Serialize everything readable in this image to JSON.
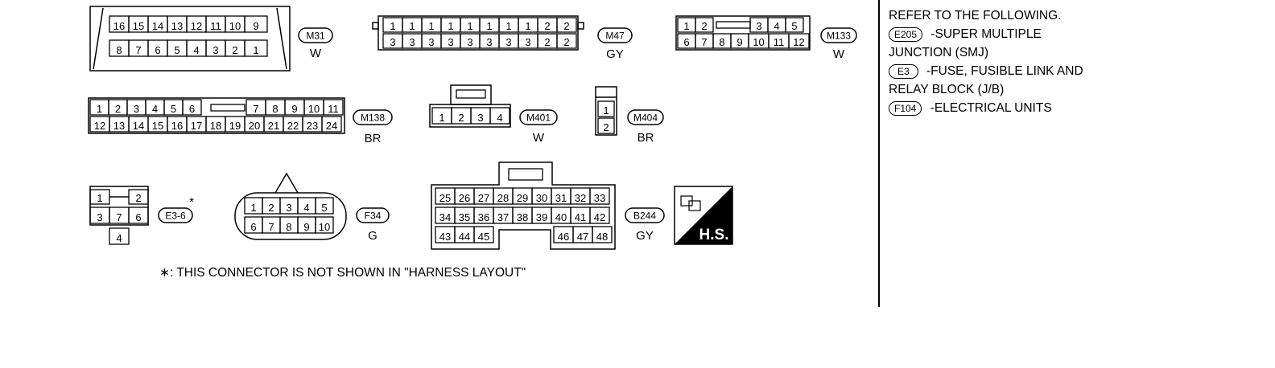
{
  "connectors": [
    {
      "id": "M31",
      "color": "W",
      "rows": [
        [
          "16",
          "15",
          "14",
          "13",
          "12",
          "11",
          "10",
          "9"
        ],
        [
          "8",
          "7",
          "6",
          "5",
          "4",
          "3",
          "2",
          "1"
        ]
      ]
    },
    {
      "id": "M47",
      "color": "GY",
      "rows": [
        [
          "1",
          "1",
          "1",
          "1",
          "1",
          "1",
          "1",
          "1",
          "2",
          "2"
        ],
        [
          "3",
          "3",
          "3",
          "3",
          "3",
          "3",
          "3",
          "3",
          "2",
          "2"
        ]
      ]
    },
    {
      "id": "M133",
      "color": "W",
      "rows": [
        [
          "1",
          "2",
          "3",
          "4",
          "5"
        ],
        [
          "6",
          "7",
          "8",
          "9",
          "10",
          "11",
          "12"
        ]
      ]
    },
    {
      "id": "M138",
      "color": "BR",
      "rows": [
        [
          "1",
          "2",
          "3",
          "4",
          "5",
          "6",
          "7",
          "8",
          "9",
          "10",
          "11"
        ],
        [
          "12",
          "13",
          "14",
          "15",
          "16",
          "17",
          "18",
          "19",
          "20",
          "21",
          "22",
          "23",
          "24"
        ]
      ]
    },
    {
      "id": "M401",
      "color": "W",
      "rows": [
        [
          "1",
          "2",
          "3",
          "4"
        ]
      ]
    },
    {
      "id": "M404",
      "color": "BR",
      "rows": [
        [
          "1"
        ],
        [
          "2"
        ]
      ]
    },
    {
      "id": "E3-6",
      "color": "",
      "asterisk": "*",
      "pins": [
        "1",
        "2",
        "3",
        "7",
        "6",
        "4"
      ]
    },
    {
      "id": "F34",
      "color": "G",
      "rows": [
        [
          "1",
          "2",
          "3",
          "4",
          "5"
        ],
        [
          "6",
          "7",
          "8",
          "9",
          "10"
        ]
      ]
    },
    {
      "id": "B244",
      "color": "GY",
      "rows": [
        [
          "25",
          "26",
          "27",
          "28",
          "29",
          "30",
          "31",
          "32",
          "33"
        ],
        [
          "34",
          "35",
          "36",
          "37",
          "38",
          "39",
          "40",
          "41",
          "42"
        ],
        [
          "43",
          "44",
          "45",
          "46",
          "47",
          "48"
        ]
      ]
    }
  ],
  "hs_label": "H.S.",
  "footnote": "∗: THIS CONNECTOR IS NOT SHOWN IN \"HARNESS LAYOUT\"",
  "legend": {
    "heading": "REFER TO THE FOLLOWING.",
    "items": [
      {
        "code": "E205",
        "line1": " -SUPER MULTIPLE",
        "line2": "JUNCTION (SMJ)"
      },
      {
        "code": "E3",
        "line1": " -FUSE, FUSIBLE LINK AND",
        "line2": "RELAY BLOCK (J/B)"
      },
      {
        "code": "F104",
        "line1": " -ELECTRICAL UNITS",
        "line2": ""
      }
    ]
  }
}
